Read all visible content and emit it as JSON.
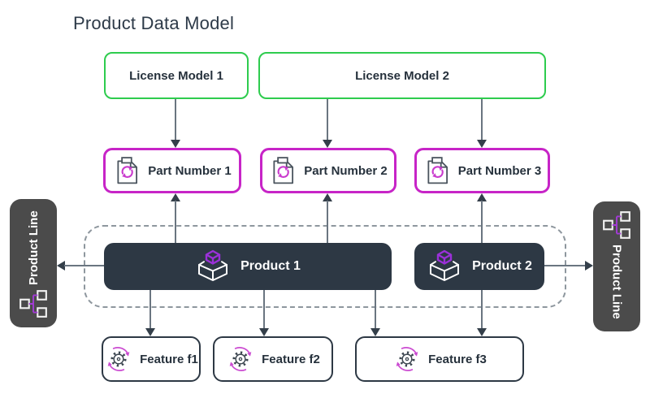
{
  "title": "Product Data Model",
  "license_models": [
    {
      "label": "License Model 1"
    },
    {
      "label": "License Model 2"
    }
  ],
  "part_numbers": [
    {
      "label": "Part Number 1"
    },
    {
      "label": "Part Number 2"
    },
    {
      "label": "Part Number 3"
    }
  ],
  "products": [
    {
      "label": "Product 1"
    },
    {
      "label": "Product 2"
    }
  ],
  "product_lines": {
    "left": {
      "label": "Product Line"
    },
    "right": {
      "label": "Product Line"
    }
  },
  "features": [
    {
      "label": "Feature f1"
    },
    {
      "label": "Feature f2"
    },
    {
      "label": "Feature f3"
    }
  ],
  "icons": {
    "part_number": "document-refresh-icon",
    "product": "open-box-cube-icon",
    "product_line": "hierarchy-icon",
    "feature": "gear-rotation-icon"
  },
  "colors": {
    "license_border": "#2ecc4e",
    "part_border": "#c724c7",
    "product_bg": "#2d3844",
    "product_line_bg": "#4b4b4b",
    "accent_purple": "#9b30d9",
    "accent_magenta": "#c93acd",
    "arrow_line": "#6a7580",
    "arrow_head": "#343f4a",
    "dashed_border": "#8e979e",
    "text": "#26313c"
  },
  "relationships": {
    "license_to_part": [
      "License Model 1 -> Part Number 1",
      "License Model 2 -> Part Number 2",
      "License Model 2 -> Part Number 3"
    ],
    "product_to_part": [
      "Product 1 -> Part Number 1",
      "Product 1 -> Part Number 2",
      "Product 2 -> Part Number 3"
    ],
    "product_to_feature": [
      "Product 1 -> Feature f1",
      "Product 1 -> Feature f2",
      "Product 1 -> Feature f3",
      "Product 2 -> Feature f3"
    ],
    "product_to_line": [
      "Product 1 -> Product Line (left)",
      "Product 2 -> Product Line (right)"
    ]
  }
}
